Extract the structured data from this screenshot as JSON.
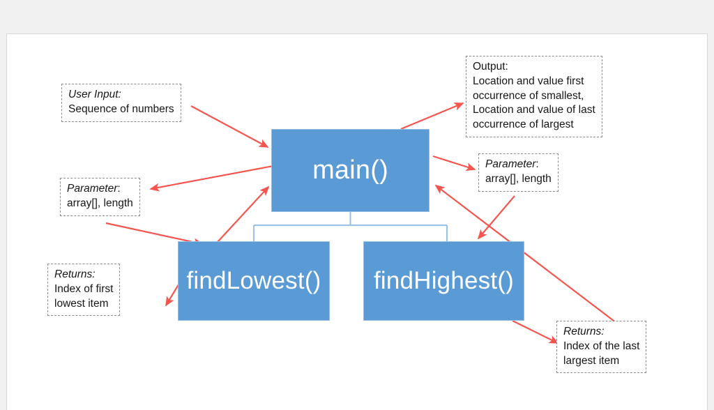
{
  "page": {
    "background": "#f1f1f1",
    "card_background": "#ffffff"
  },
  "theme": {
    "node_fill": "#5b9bd5",
    "node_border": "#96c0e3",
    "node_text": "#ffffff",
    "connector": "#9dc3e6",
    "arrow": "#f4554f",
    "note_border": "#8a8a8a",
    "note_text": "#161616"
  },
  "diagram": {
    "type": "flowchart",
    "title": "",
    "nodes": [
      {
        "id": "main",
        "label": "main()",
        "shape": "rectangle",
        "fill": "#5b9bd5"
      },
      {
        "id": "lowest",
        "label": "findLowest()",
        "shape": "rectangle",
        "fill": "#5b9bd5"
      },
      {
        "id": "highest",
        "label": "findHighest()",
        "shape": "rectangle",
        "fill": "#5b9bd5"
      }
    ],
    "connectors": [
      {
        "from": "main",
        "to": "lowest",
        "style": "elbow",
        "color": "#9dc3e6"
      },
      {
        "from": "main",
        "to": "highest",
        "style": "elbow",
        "color": "#9dc3e6"
      }
    ],
    "annotations": [
      {
        "id": "user-input",
        "header": "User Input:",
        "lines": [
          "Sequence of numbers"
        ],
        "points_to": "main"
      },
      {
        "id": "output",
        "header": "Output:",
        "lines": [
          "Location and value first",
          "occurrence of smallest,",
          "Location and value of last",
          "occurrence of largest"
        ],
        "points_from": "main"
      },
      {
        "id": "parameter-left",
        "header": "Parameter",
        "header_suffix": ":",
        "lines": [
          "array[], length"
        ],
        "points_from": "main",
        "points_to": "lowest"
      },
      {
        "id": "parameter-right",
        "header": "Parameter",
        "header_suffix": ":",
        "lines": [
          "array[], length"
        ],
        "points_from": "main",
        "points_to": "highest"
      },
      {
        "id": "returns-lowest",
        "header": "Returns:",
        "lines": [
          "Index of first",
          "lowest item"
        ],
        "points_from": "lowest",
        "points_to": "main"
      },
      {
        "id": "returns-highest",
        "header": "Returns:",
        "lines": [
          "Index of the last",
          "largest item"
        ],
        "points_from": "highest",
        "points_to": "main"
      }
    ]
  }
}
